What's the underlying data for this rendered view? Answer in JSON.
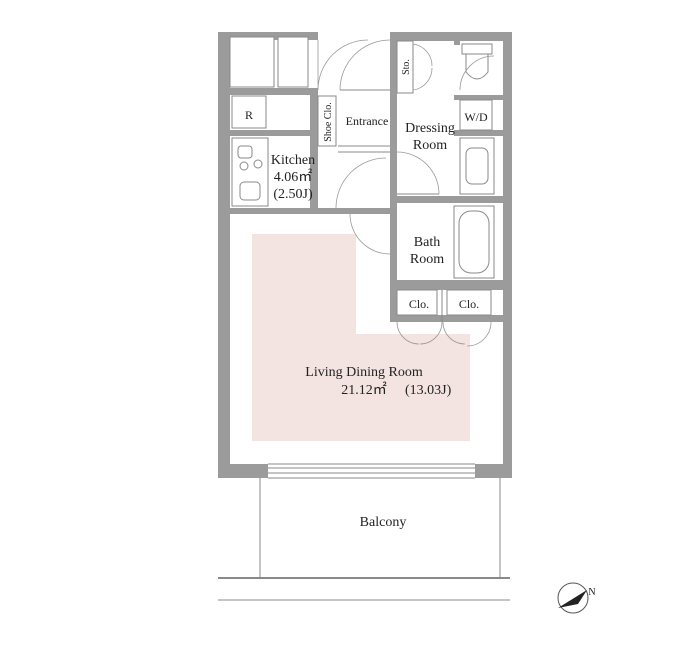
{
  "rooms": {
    "entrance": "Entrance",
    "shoe_closet": "Shoe Clo.",
    "storage": "Sto.",
    "dressing_line1": "Dressing",
    "dressing_line2": "Room",
    "washer_dryer": "W/D",
    "refrigerator": "R",
    "kitchen_name": "Kitchen",
    "kitchen_area": "4.06㎡",
    "kitchen_jo": "(2.50J)",
    "bath_line1": "Bath",
    "bath_line2": "Room",
    "closet_1": "Clo.",
    "closet_2": "Clo.",
    "living_name": "Living Dining Room",
    "living_area": "21.12㎡",
    "living_jo": "(13.03J)",
    "balcony": "Balcony"
  },
  "compass": {
    "label": "N"
  },
  "colors": {
    "wall": "#9b9b9b",
    "living_highlight": "#f3e4e2",
    "line": "#8a8a8a"
  }
}
